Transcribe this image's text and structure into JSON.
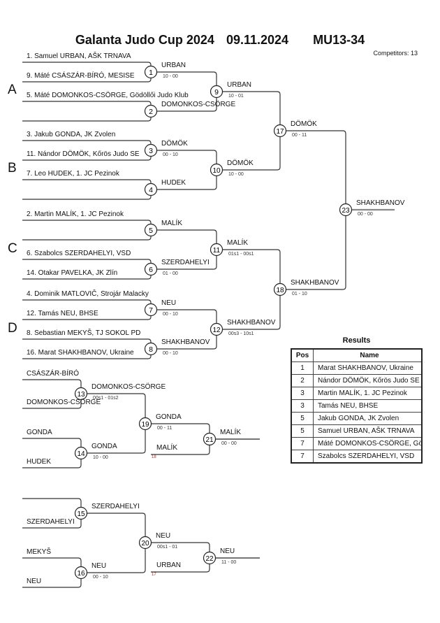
{
  "header": {
    "title": "Galanta Judo Cup 2024",
    "date": "09.11.2024",
    "category": "MU13-34",
    "competitors": "Competitors: 13"
  },
  "pools": [
    "A",
    "B",
    "C",
    "D"
  ],
  "entrants": [
    "1. Samuel URBAN, AŠK TRNAVA",
    "9. Máté CSÁSZÁR-BÍRÓ, MESISE",
    "5. Máté DOMONKOS-CSÖRGE, Gödöllői Judo Klub",
    "",
    "3. Jakub GONDA, JK Zvolen",
    "11. Nándor DÖMÖK, Kőrös Judo SE",
    "7. Leo HUDEK, 1. JC Pezinok",
    "",
    "2. Martin MALÍK, 1. JC Pezinok",
    "",
    "6. Szabolcs SZERDAHELYI, VSD",
    "14. Otakar PAVELKA, JK Zlín",
    "4. Dominik MATLOVIČ, Strojár Malacky",
    "12. Tamás NEU, BHSE",
    "8. Sebastian MEKYŠ, TJ SOKOL PD",
    "16. Marat SHAKHBANOV, Ukraine"
  ],
  "repechage_entrants": [
    "CSÁSZÁR-BÍRÓ",
    "DOMONKOS-CSÖRGE",
    "GONDA",
    "HUDEK",
    "",
    "SZERDAHELYI",
    "MEKYŠ",
    "NEU"
  ],
  "matches": [
    {
      "id": "1",
      "winner": "URBAN",
      "score": "10 - 00"
    },
    {
      "id": "2",
      "winner": "DOMONKOS-CSÖRGE",
      "score": ""
    },
    {
      "id": "3",
      "winner": "DÖMÖK",
      "score": "00 - 10"
    },
    {
      "id": "4",
      "winner": "HUDEK",
      "score": ""
    },
    {
      "id": "5",
      "winner": "MALÍK",
      "score": ""
    },
    {
      "id": "6",
      "winner": "SZERDAHELYI",
      "score": "01 - 00"
    },
    {
      "id": "7",
      "winner": "NEU",
      "score": "00 - 10"
    },
    {
      "id": "8",
      "winner": "SHAKHBANOV",
      "score": "00 - 10"
    },
    {
      "id": "9",
      "winner": "URBAN",
      "score": "10 - 01"
    },
    {
      "id": "10",
      "winner": "DÖMÖK",
      "score": "10 - 00"
    },
    {
      "id": "11",
      "winner": "MALÍK",
      "score": "01s1 - 00s1"
    },
    {
      "id": "12",
      "winner": "SHAKHBANOV",
      "score": "00s3 - 10s1"
    },
    {
      "id": "17",
      "winner": "DÖMÖK",
      "score": "00 - 11"
    },
    {
      "id": "18",
      "winner": "SHAKHBANOV",
      "score": "01 - 10"
    },
    {
      "id": "23",
      "winner": "SHAKHBANOV",
      "score": "00 - 00"
    },
    {
      "id": "13",
      "winner": "DOMONKOS-CSÖRGE",
      "score": "00s1 - 01s2"
    },
    {
      "id": "14",
      "winner": "GONDA",
      "score": "10 - 00"
    },
    {
      "id": "15",
      "winner": "SZERDAHELYI",
      "score": ""
    },
    {
      "id": "16",
      "winner": "NEU",
      "score": "00 - 10"
    },
    {
      "id": "19",
      "winner": "GONDA",
      "score": "00 - 11"
    },
    {
      "id": "20",
      "winner": "NEU",
      "score": "00s1 - 01"
    },
    {
      "id": "21",
      "winner": "MALÍK",
      "score": "00 - 00"
    },
    {
      "id": "22",
      "winner": "NEU",
      "score": "11 - 00"
    }
  ],
  "drops": [
    {
      "name": "MALÍK",
      "from": "18"
    },
    {
      "name": "URBAN",
      "from": "17"
    }
  ],
  "results": {
    "title": "Results",
    "columns": [
      "Pos",
      "Name"
    ],
    "rows": [
      {
        "pos": "1",
        "name": "Marat SHAKHBANOV, Ukraine"
      },
      {
        "pos": "2",
        "name": "Nándor DÖMÖK, Kőrös Judo SE"
      },
      {
        "pos": "3",
        "name": "Martin MALÍK, 1. JC Pezinok"
      },
      {
        "pos": "3",
        "name": "Tamás NEU, BHSE"
      },
      {
        "pos": "5",
        "name": "Jakub GONDA, JK Zvolen"
      },
      {
        "pos": "5",
        "name": "Samuel URBAN, AŠK TRNAVA"
      },
      {
        "pos": "7",
        "name": "Máté DOMONKOS-CSÖRGE, Gödöllői Judo Klub"
      },
      {
        "pos": "7",
        "name": "Szabolcs SZERDAHELYI, VSD"
      }
    ]
  }
}
